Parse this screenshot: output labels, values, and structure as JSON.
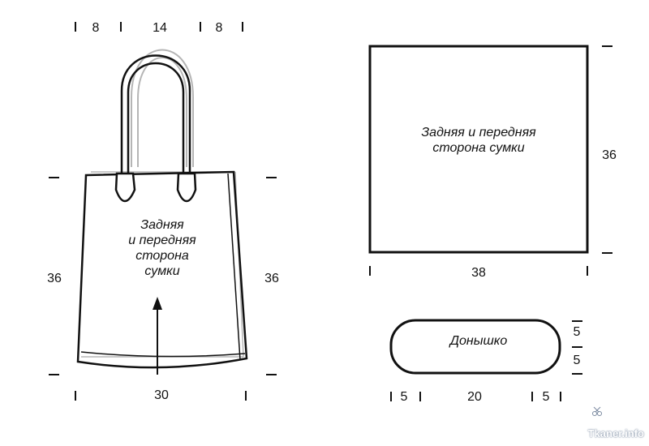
{
  "bag": {
    "top_dims": [
      "8",
      "14",
      "8"
    ],
    "height_left": "36",
    "height_right": "36",
    "width_bottom": "30",
    "label_lines": [
      "Задняя",
      "и передняя",
      "сторона",
      "сумки"
    ]
  },
  "panel": {
    "height": "36",
    "width": "38",
    "label_lines": [
      "Задняя и передняя",
      "сторона сумки"
    ]
  },
  "bottom_piece": {
    "label": "Донышко",
    "height_dims": [
      "5",
      "5"
    ],
    "width_dims": [
      "5",
      "20",
      "5"
    ]
  },
  "watermark": "Tkaner.info",
  "colors": {
    "line": "#111111",
    "ghost": "#b5b5b5"
  }
}
